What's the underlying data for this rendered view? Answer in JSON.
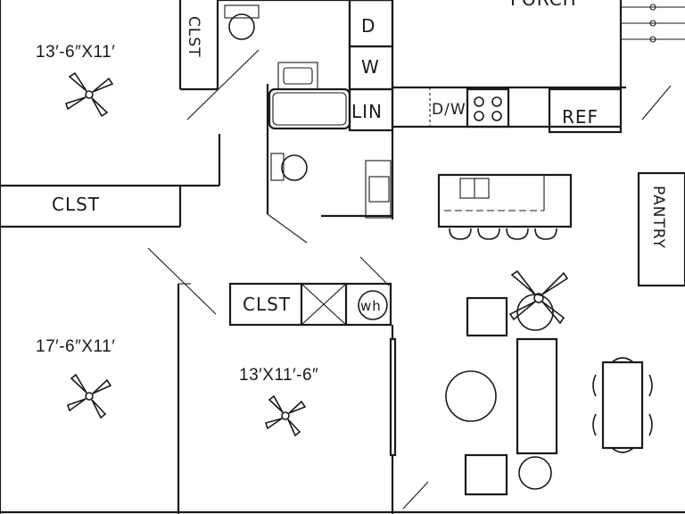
{
  "plan": {
    "porch_label": "PORCH",
    "bedroom1_dims": "13′-6″X11′",
    "bedroom2_dims": "17′-6″X11′",
    "bedroom3_dims": "13′X11′-6″",
    "closet_label_top": "CLST",
    "closet_label_mid": "CLST",
    "closet_label_bottom": "CLST",
    "dryer_label": "D",
    "washer_label": "W",
    "linen_label": "LIN",
    "dishwasher_label": "D/W",
    "refrigerator_label": "REF",
    "pantry_label": "PANTRY",
    "water_heater_label": "wh"
  }
}
